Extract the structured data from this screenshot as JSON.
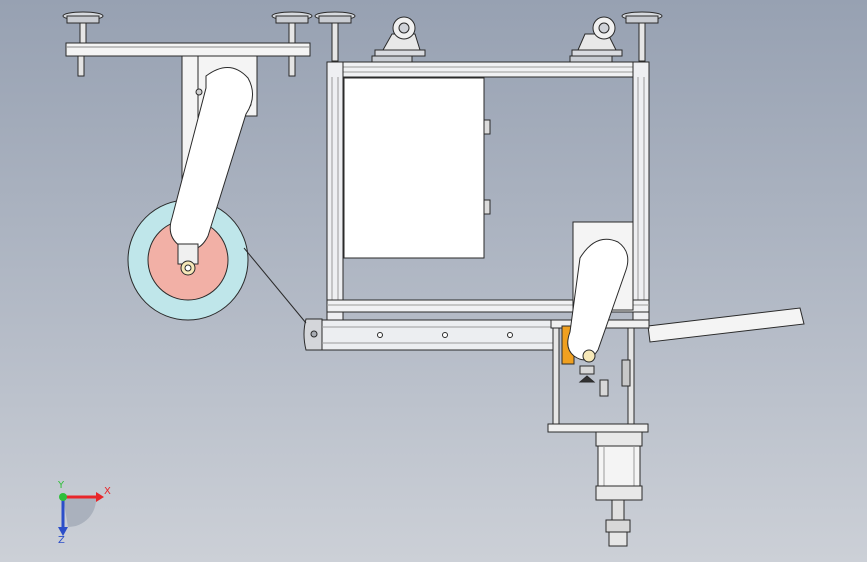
{
  "viewport": {
    "kind": "cad-assembly-view"
  },
  "triad": {
    "x_label": "X",
    "y_label": "Y",
    "z_label": "Z",
    "x_color": "#e8262a",
    "y_color": "#2fbf3a",
    "z_color": "#2b4ec9"
  },
  "colors": {
    "roll_outer": "#bfe6ea",
    "roll_inner": "#f2b0a6",
    "cylinder_accent": "#f0a020",
    "part_fill": "#ffffff",
    "outline": "#2a2a2a"
  }
}
